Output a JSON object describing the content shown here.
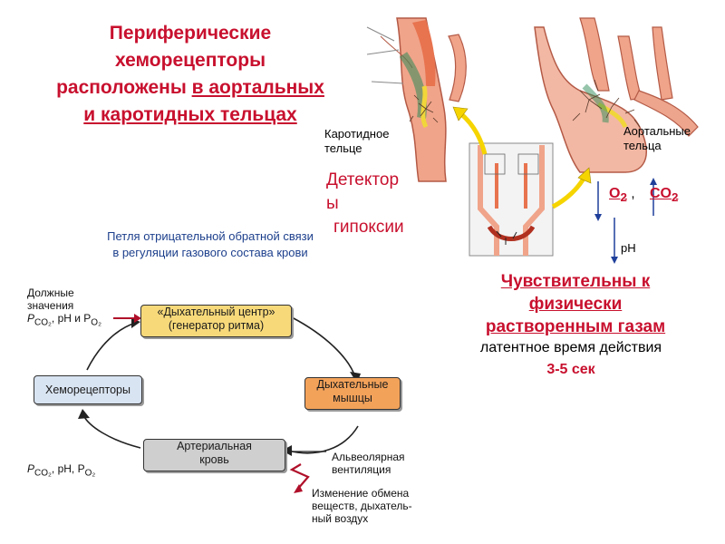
{
  "title": {
    "line1": "Периферические",
    "line2": "хеморецепторы",
    "line3a": "расположены ",
    "line3b": "в аортальных",
    "line4": "и каротидных тельцах"
  },
  "labels": {
    "carotid_body_1": "Каротидное",
    "carotid_body_2": "тельце",
    "aortic_body_1": "Аортальные",
    "aortic_body_2": "тельца",
    "detector_1": "Детектор",
    "detector_2": "ы",
    "detector_3": "гипоксии"
  },
  "gases": {
    "o2": "O",
    "o2_sub": "2",
    "comma": ",",
    "co2": "CO",
    "co2_sub": "2",
    "ph": "pH"
  },
  "sensitivity": {
    "line1": "Чувствительны к",
    "line2": "физически",
    "line3": "растворенным газам",
    "latent": "латентное время действия",
    "seconds": "3-5 сек"
  },
  "loop": {
    "caption_1": "Петля отрицательной обратной связи",
    "caption_2": "в регуляции газового состава крови",
    "should_1": "Должные",
    "should_2": "значения",
    "should_3": "P",
    "should_3_sub": "CO₂",
    "should_3_rest": ", pH и P",
    "should_3_sub2": "O₂",
    "center_1": "«Дыхательный центр»",
    "center_2": "(генератор ритма)",
    "chemo": "Хеморецепторы",
    "muscles_1": "Дыхательные",
    "muscles_2": "мышцы",
    "blood_1": "Артериальная",
    "blood_2": "кровь",
    "pco2_p": "P",
    "pco2_sub": "CO₂",
    "pco2_rest": ", pH, P",
    "po2_sub": "O₂",
    "alveolar_1": "Альвеолярная",
    "alveolar_2": "вентиляция",
    "exchange_1": "Изменение обмена",
    "exchange_2": "веществ, дыхатель-",
    "exchange_3": "ный воздух"
  },
  "colors": {
    "accent_red": "#c8102e",
    "center_box": "#f7d97a",
    "muscles_box": "#f3a25a",
    "blood_box": "#cfcfcf",
    "chemo_box": "#d9e4f2",
    "arrow_yellow": "#f5d400",
    "arrow_blue": "#1f3f9a"
  }
}
